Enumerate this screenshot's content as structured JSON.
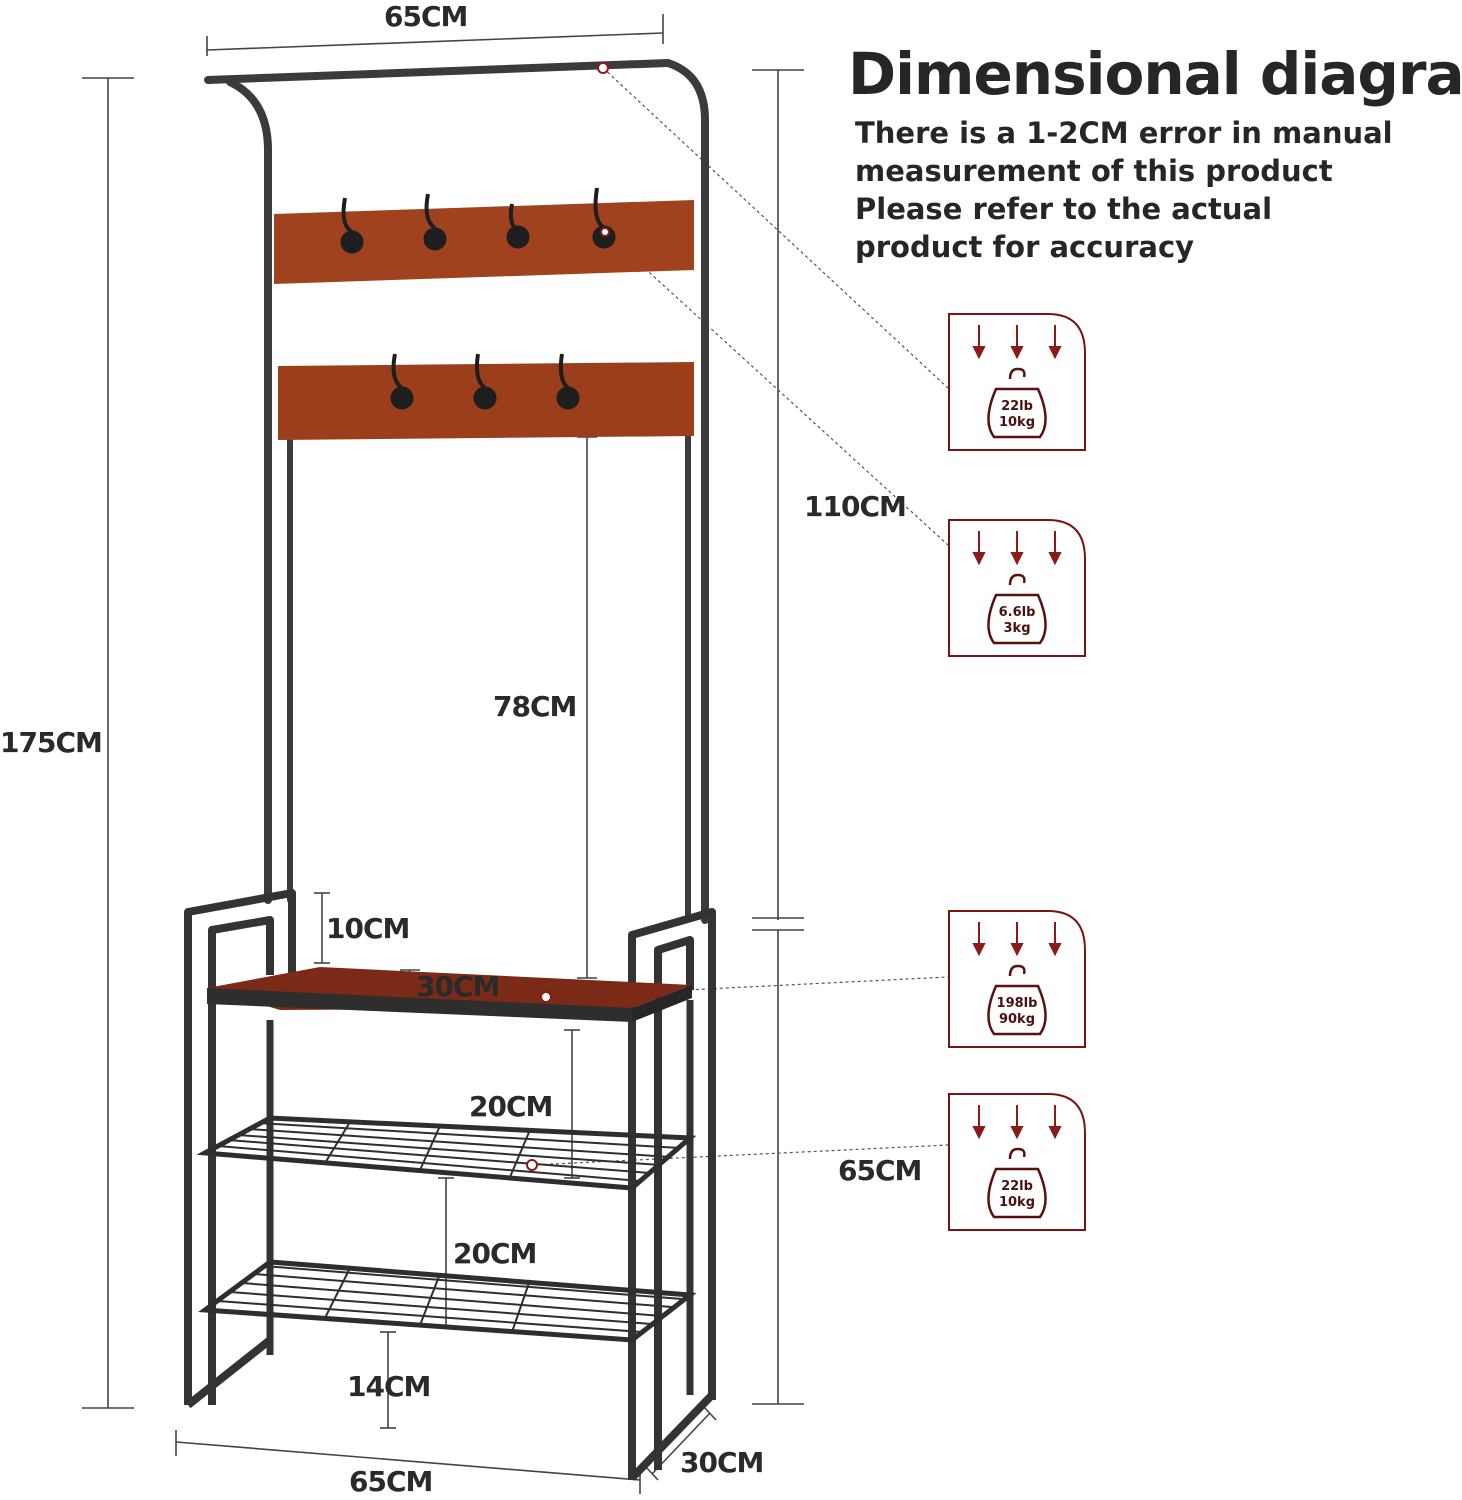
{
  "title": "Dimensional diagram",
  "note_lines": [
    "There is a 1-2CM error in manual",
    "measurement of this product",
    "Please refer to the actual",
    "product for accuracy"
  ],
  "dimensions": {
    "top_width": "65CM",
    "total_height": "175CM",
    "upper_height": "110CM",
    "hook_to_bench": "78CM",
    "armrest": "10CM",
    "bench_depth": "30CM",
    "bench_to_shelf": "20CM",
    "shelf_to_shelf": "20CM",
    "bottom_clearance": "14CM",
    "lower_height": "65CM",
    "base_width": "65CM",
    "base_depth": "30CM"
  },
  "load_badges": [
    {
      "lb": "22lb",
      "kg": "10kg"
    },
    {
      "lb": "6.6lb",
      "kg": "3kg"
    },
    {
      "lb": "198lb",
      "kg": "90kg"
    },
    {
      "lb": "22lb",
      "kg": "10kg"
    }
  ],
  "colors": {
    "frame": "#3a3a3a",
    "wood": "#a0421e",
    "badge": "#7a1414",
    "text": "#262626"
  },
  "icons": [
    "down-arrow-icon",
    "weight-icon"
  ]
}
